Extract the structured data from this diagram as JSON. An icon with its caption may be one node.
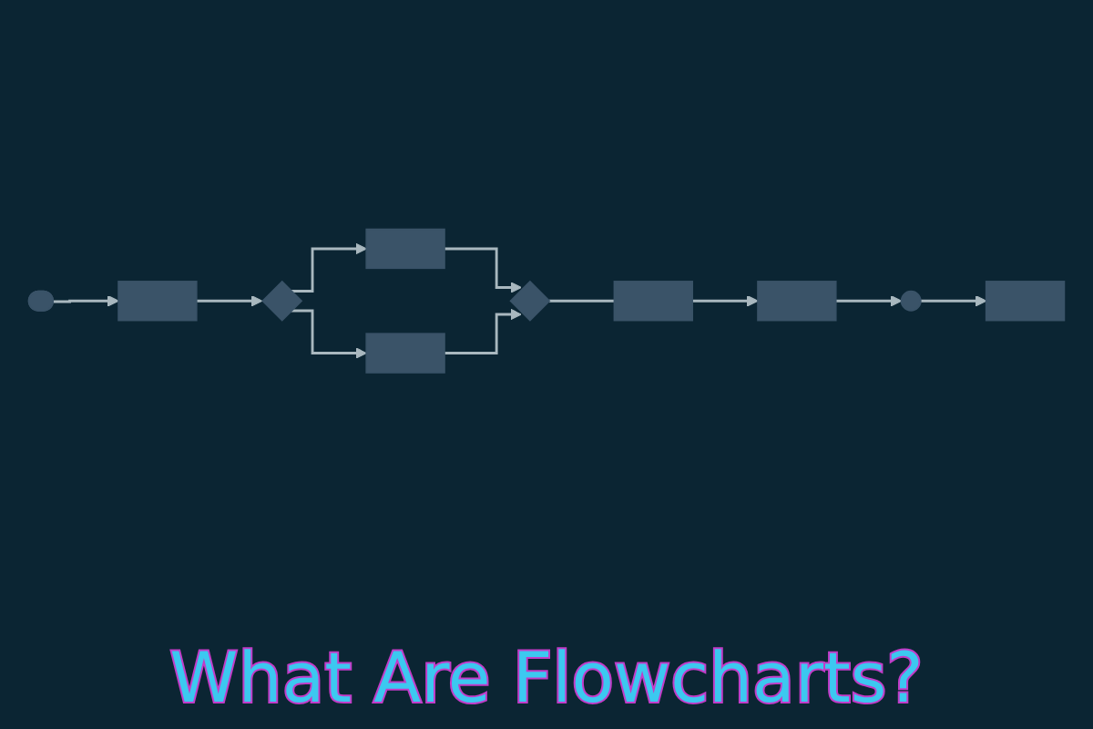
{
  "diagram": {
    "title": "What Are Flowcharts?",
    "nodes": [
      {
        "text": [],
        "shape": "pill"
      },
      {
        "text": [],
        "shape": "box"
      },
      {
        "text": [],
        "shape": "diamond"
      },
      {
        "text": [],
        "shape": "box"
      },
      {
        "text": [],
        "shape": "box"
      },
      {
        "text": [],
        "shape": "diamond"
      },
      {
        "text": [],
        "shape": "box"
      },
      {
        "text": [],
        "shape": "box"
      },
      {
        "text": [],
        "shape": "circle"
      },
      {
        "text": [],
        "shape": "box"
      }
    ],
    "edges": [
      {
        "from": 0,
        "to": 1,
        "arrow": "to"
      },
      {
        "from": 1,
        "to": 2,
        "arrow": "to"
      },
      {
        "from": 2,
        "to": 3,
        "arrow": "to"
      },
      {
        "from": 2,
        "to": 4,
        "arrow": "to"
      },
      {
        "from": 3,
        "to": 5,
        "arrow": "to"
      },
      {
        "from": 4,
        "to": 5,
        "arrow": "to"
      },
      {
        "from": 5,
        "to": 6,
        "arrow": "none"
      },
      {
        "from": 6,
        "to": 7,
        "arrow": "to"
      },
      {
        "from": 7,
        "to": 8,
        "arrow": "to"
      },
      {
        "from": 8,
        "to": 9,
        "arrow": "to"
      }
    ]
  }
}
